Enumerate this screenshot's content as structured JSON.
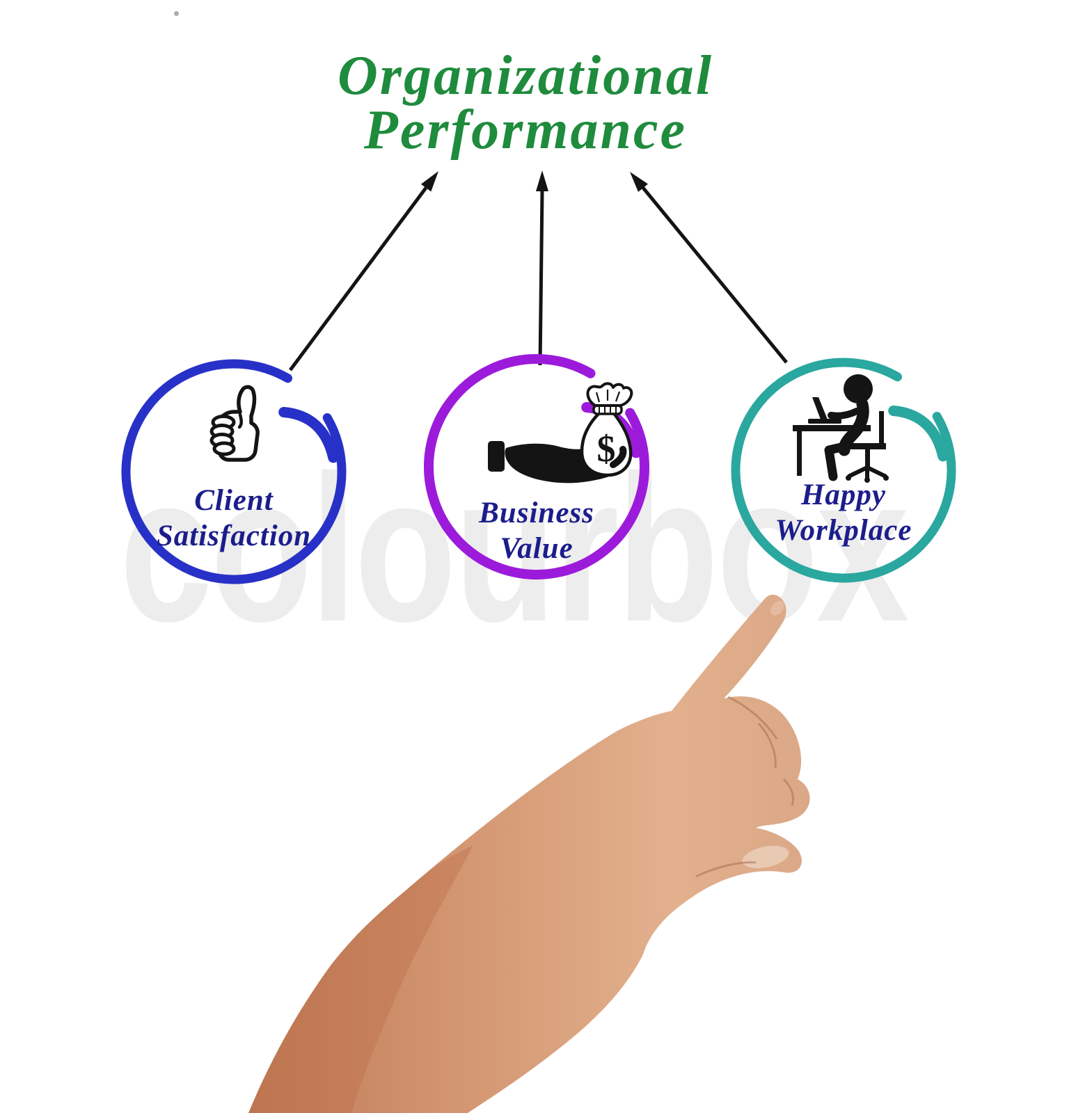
{
  "page": {
    "background": "#ffffff",
    "speck_color": "#8f8f8f"
  },
  "title": {
    "line1": "Organizational",
    "line2": "Performance",
    "color": "#1f8b3d"
  },
  "watermark": {
    "text": "colourbox",
    "color": "#ededed"
  },
  "label_color": "#1c1d8c",
  "arrow_color": "#141414",
  "icon_color": "#141414",
  "nodes": [
    {
      "label_line1": "Client",
      "label_line2": "Satisfaction",
      "color": "#2831c7",
      "icon": "thumbs-up-icon"
    },
    {
      "label_line1": "Business",
      "label_line2": "Value",
      "color": "#9c1bdb",
      "icon": "money-in-hand-icon"
    },
    {
      "label_line1": "Happy",
      "label_line2": "Workplace",
      "color": "#2aa79f",
      "icon": "person-at-desk-icon"
    }
  ],
  "hand": {
    "skin_shades": [
      "#c07a56",
      "#d49873",
      "#e2b08d",
      "#dba887"
    ],
    "nail_color": "#e9c9b2"
  }
}
